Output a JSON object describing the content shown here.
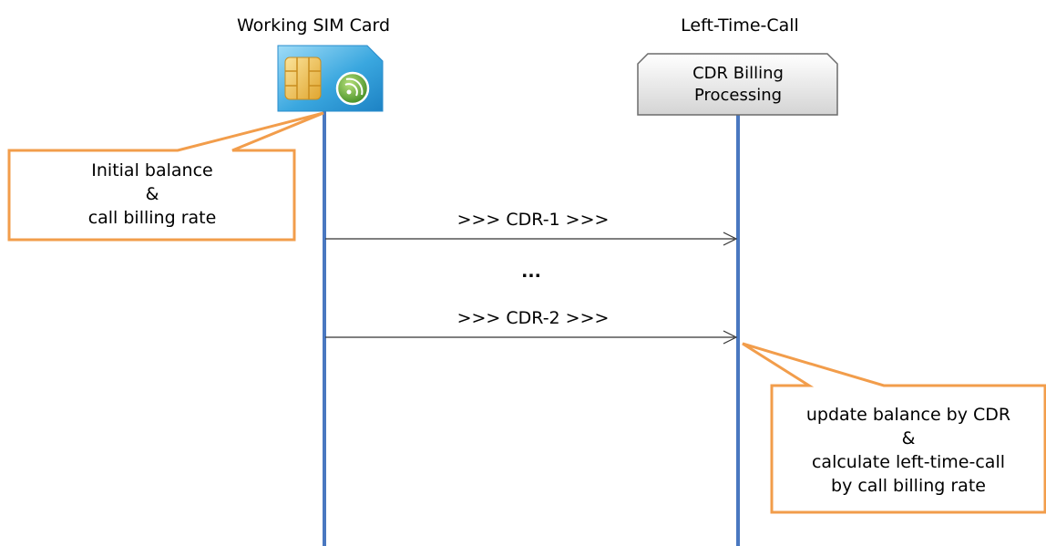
{
  "participants": {
    "sim": {
      "title": "Working SIM Card"
    },
    "ltc": {
      "title": "Left-Time-Call",
      "box_line1": "CDR Billing",
      "box_line2": "Processing"
    }
  },
  "messages": [
    {
      "label": ">>> CDR-1 >>>"
    },
    {
      "label": ">>> CDR-2 >>>"
    }
  ],
  "ellipsis": "...",
  "notes": {
    "sim_note": {
      "line1": "Initial balance",
      "line2": "&",
      "line3": "call billing rate"
    },
    "ltc_note": {
      "line1": "update balance by CDR",
      "line2": "&",
      "line3": "calculate left-time-call",
      "line4": "by call billing rate"
    }
  },
  "colors": {
    "lifeline": "#4a78c0",
    "note_border": "#f29d4b",
    "box_border": "#6b6b6b",
    "sim_body": "#3aa7df",
    "sim_chip": "#f2c14e",
    "sim_badge": "#6fae3c"
  }
}
